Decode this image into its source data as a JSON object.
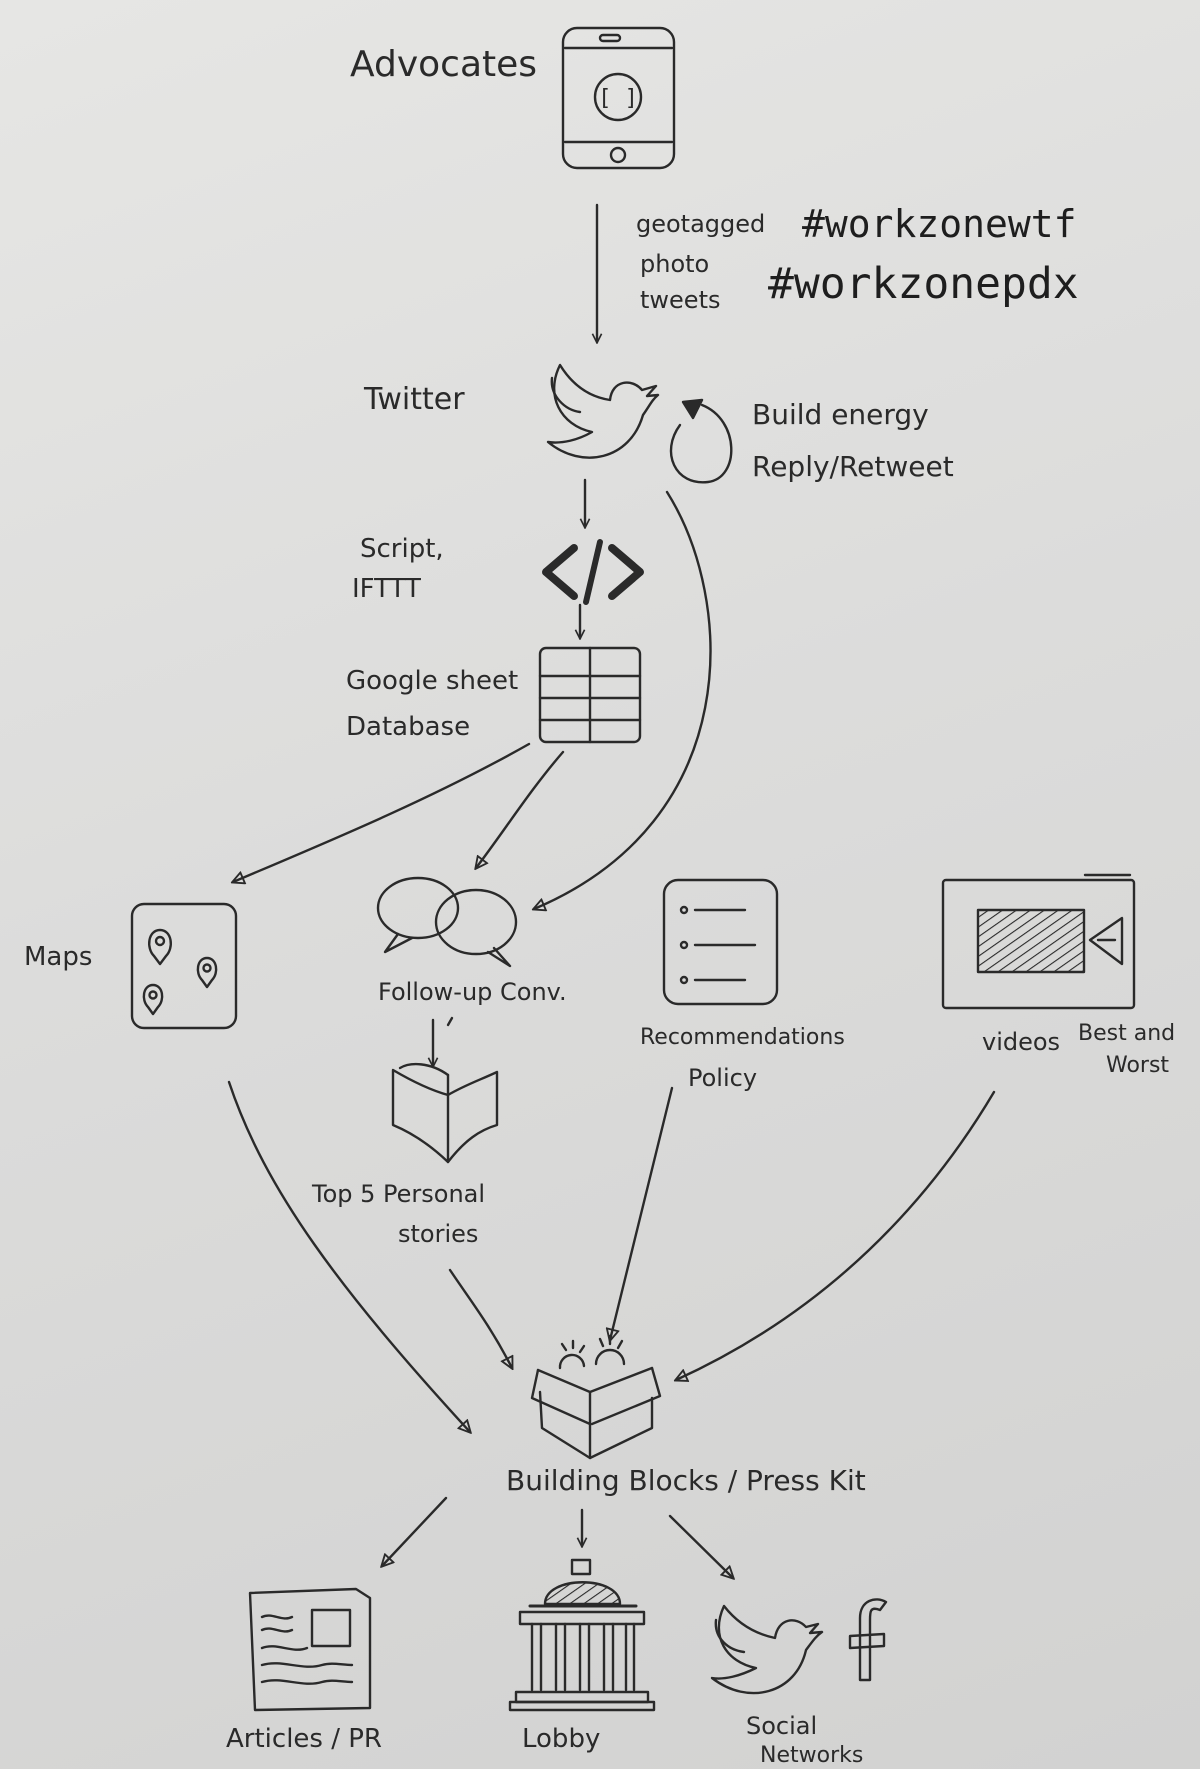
{
  "nodes": {
    "advocates": "Advocates",
    "tweet_kind": [
      "geotagged",
      "photo",
      "tweets"
    ],
    "hashtags": [
      "#workzonewtf",
      "#workzonepdx"
    ],
    "twitter": "Twitter",
    "energy": [
      "Build energy",
      "Reply/Retweet"
    ],
    "script": [
      "Script,",
      "IFTTT"
    ],
    "sheet": [
      "Google sheet",
      "Database"
    ],
    "maps": "Maps",
    "followup": "Follow-up Conv.",
    "stories": [
      "Top 5 Personal",
      "stories"
    ],
    "recommendations": [
      "Recommendations",
      "Policy"
    ],
    "videos": "videos",
    "best_worst": [
      "Best and",
      "Worst"
    ],
    "press_kit": "Building Blocks / Press Kit",
    "articles": "Articles / PR",
    "lobby": "Lobby",
    "social": [
      "Social",
      "Networks"
    ],
    "phone_screen": "[ ]",
    "code_symbol": "</>",
    "facebook_glyph": "f"
  },
  "colors": {
    "ink": "#2a2a2a",
    "paper": "#e2e2e0"
  }
}
